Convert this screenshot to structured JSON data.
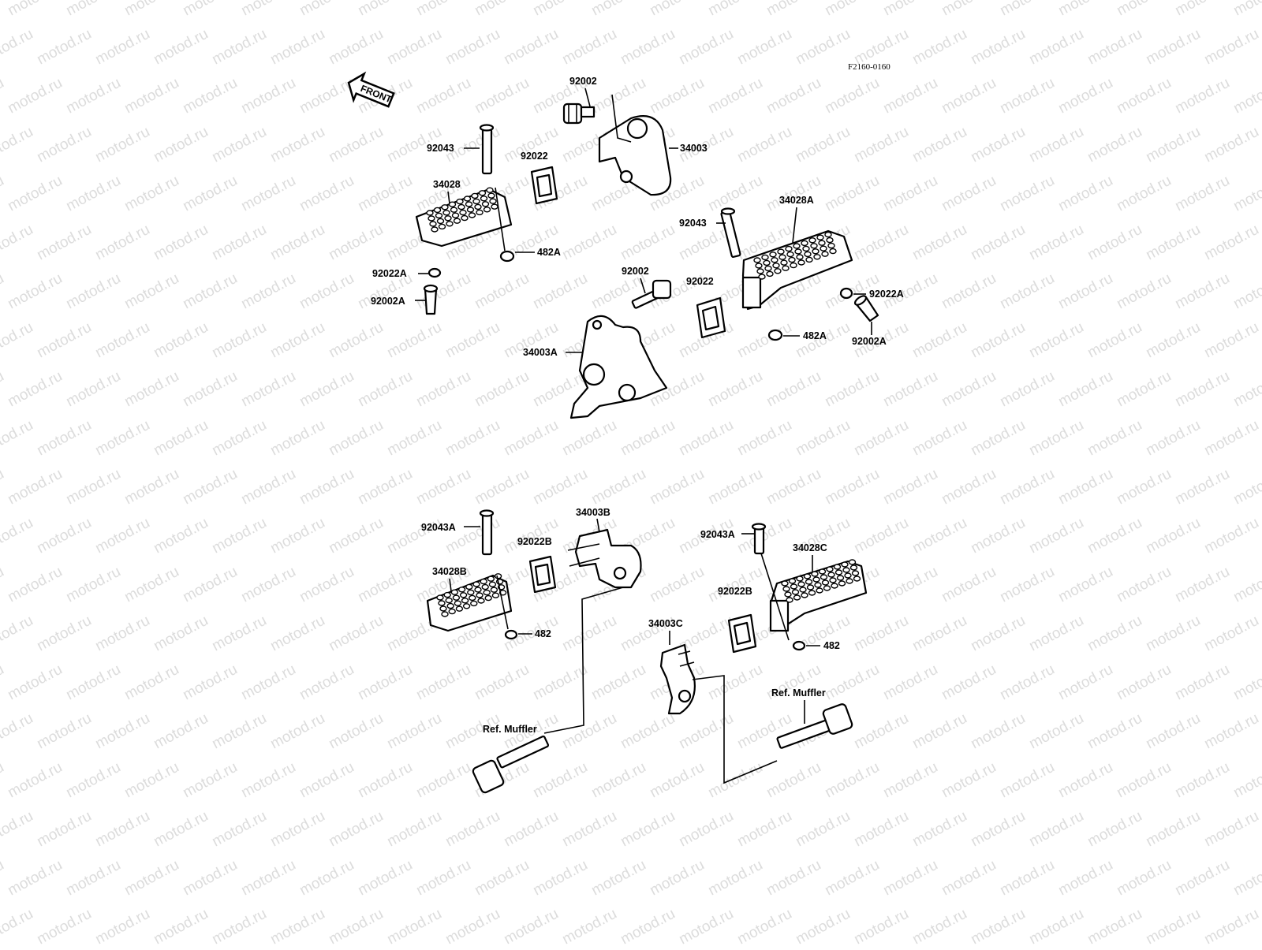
{
  "figure_code": "F2160-0160",
  "front_label": "FRONT",
  "watermark": "motod.ru",
  "callouts": {
    "c92002_top": "92002",
    "c34003": "34003",
    "c92043_top": "92043",
    "c92022_top": "92022",
    "c34028": "34028",
    "c482A_top": "482A",
    "c92022A_left": "92022A",
    "c92002A_left": "92002A",
    "c92043_mid": "92043",
    "c34028A": "34028A",
    "c92002_mid": "92002",
    "c92022_mid": "92022",
    "c92022A_right": "92022A",
    "c482A_right": "482A",
    "c92002A_right": "92002A",
    "c34003A": "34003A",
    "c92043A_left": "92043A",
    "c34003B": "34003B",
    "c92022B_left": "92022B",
    "c34028B": "34028B",
    "c482_left": "482",
    "c92043A_right": "92043A",
    "c34028C": "34028C",
    "c92022B_right": "92022B",
    "c34003C": "34003C",
    "c482_right": "482",
    "ref_muffler_right": "Ref. Muffler",
    "ref_muffler_left": "Ref. Muffler"
  }
}
